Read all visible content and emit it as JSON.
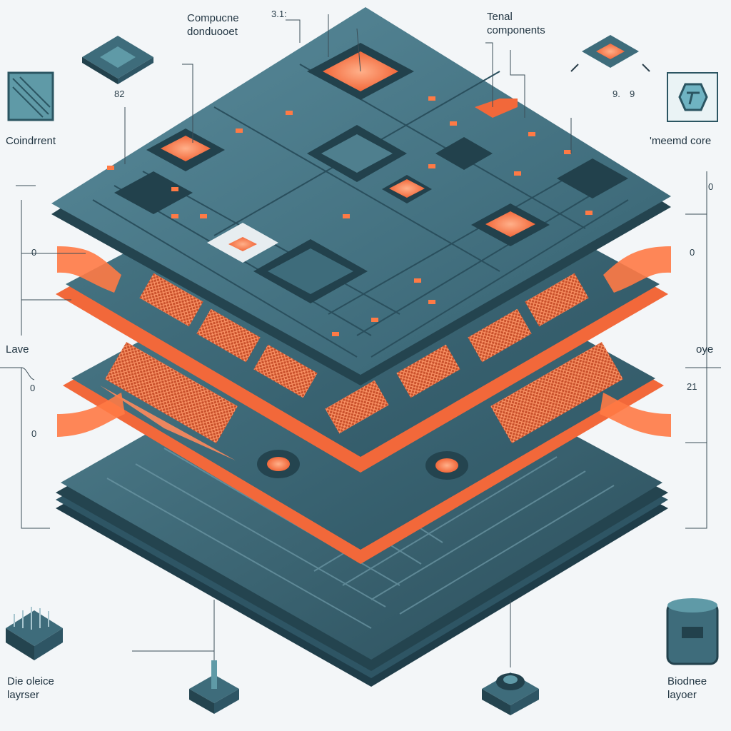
{
  "labels": {
    "component_dboard": "Compucne\ndonduooet",
    "tenal_components": "Tenal\ncomponents",
    "condrrent": "Coindrrent",
    "memd_core": "'meemd core",
    "lave": "Lave",
    "oye": "oye",
    "die_layer": "Die oleice\nlayrser",
    "biodnee_layer": "Biodnee\nlayoer"
  },
  "numbers": {
    "n82": "82",
    "n3a": "3.1:",
    "n9a": "9.",
    "n0a": "0",
    "n0b": "0",
    "n0c": "0",
    "n0d": "0",
    "n0e": "0",
    "n21": "21",
    "n9": "9"
  },
  "colors": {
    "board_top": "#3f6f80",
    "board_edge": "#2e5564",
    "accent_orange": "#f2683a",
    "heat": "#ff7a45",
    "background": "#f3f6f8",
    "text": "#1f3340"
  },
  "icons": [
    "chip-icon",
    "heatsink-icon",
    "cylinder-icon",
    "hex-icon",
    "texture-icon",
    "pin-icon",
    "knob-icon",
    "fan-chip-icon"
  ]
}
